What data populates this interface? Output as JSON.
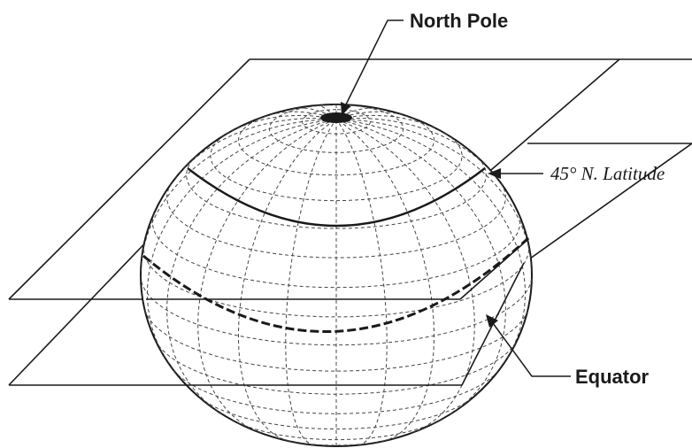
{
  "labels": {
    "north_pole": "North Pole",
    "latitude": "45° N. Latitude",
    "equator": "Equator"
  },
  "colors": {
    "line": "#1a1a1a",
    "grid": "#444444",
    "background": "#ffffff"
  }
}
